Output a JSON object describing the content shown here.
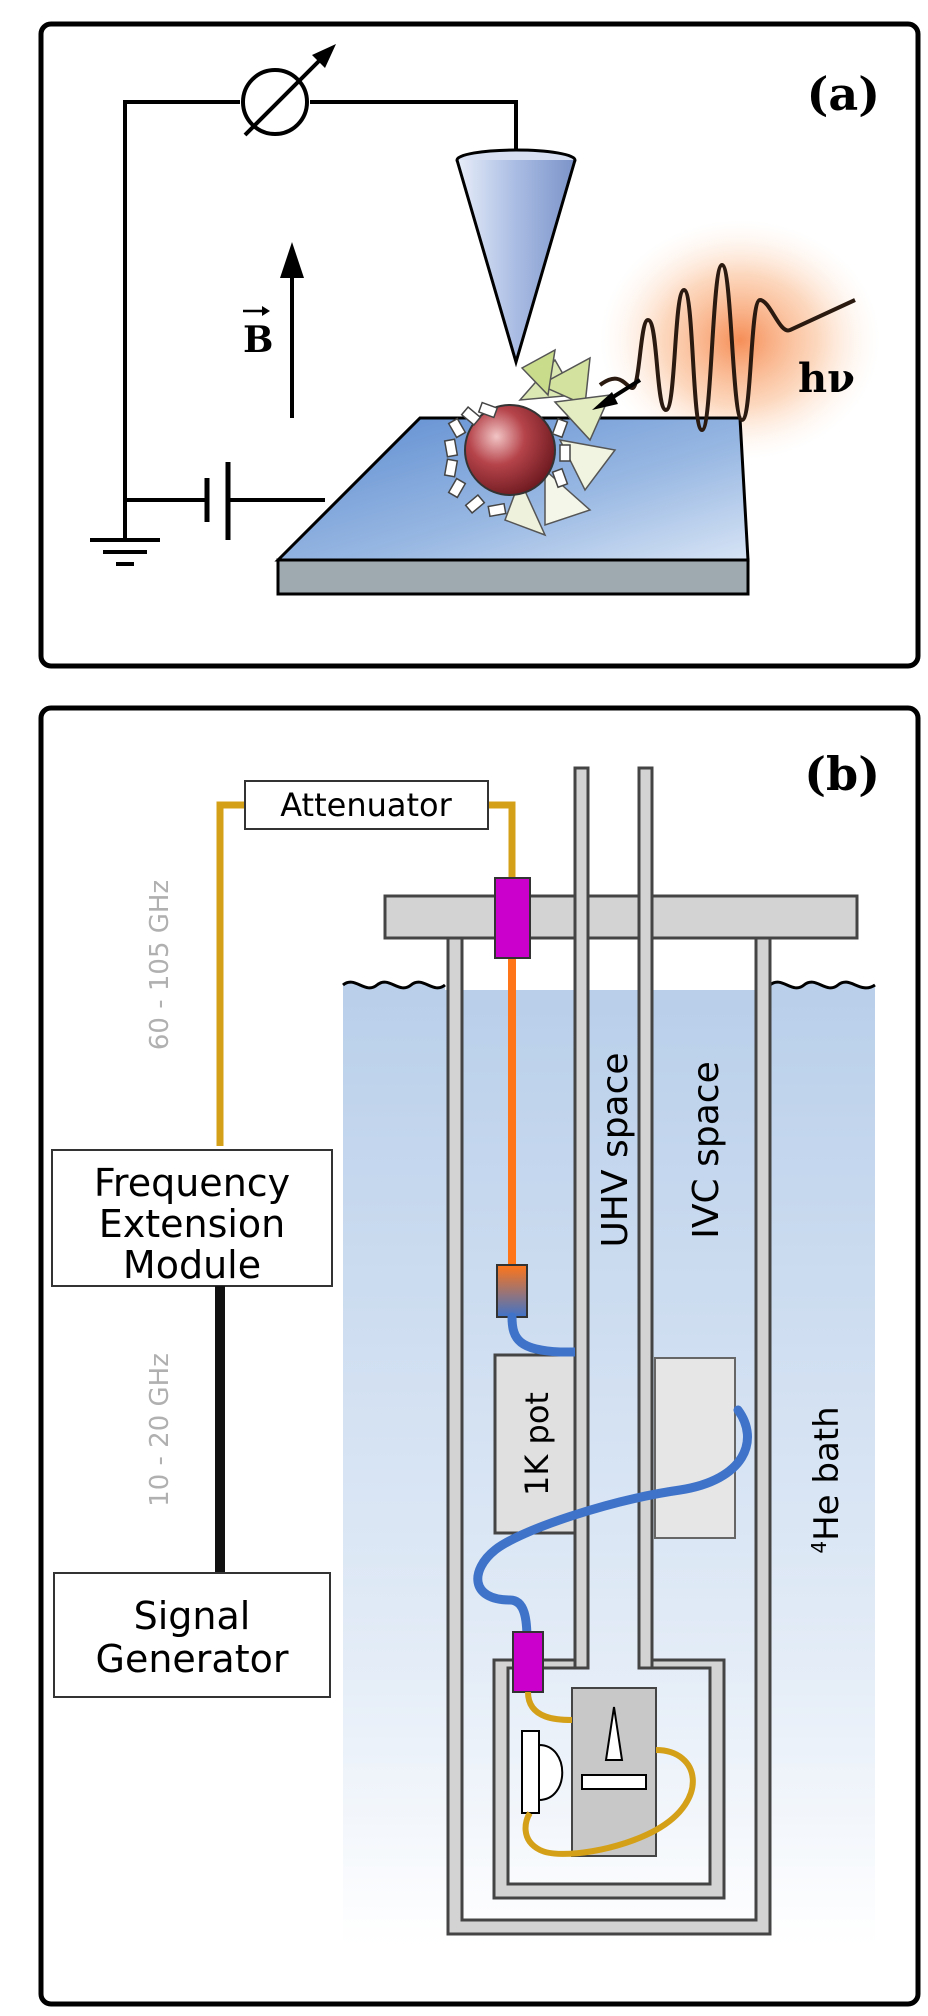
{
  "panel_a": {
    "label": "(a)",
    "field_label": "B",
    "photon_label": "hν"
  },
  "panel_b": {
    "label": "(b)",
    "boxes": {
      "attenuator": "Attenuator",
      "module_line1": "Frequency",
      "module_line2": "Extension",
      "module_line3": "Module",
      "generator_line1": "Signal",
      "generator_line2": "Generator",
      "pot": "1K pot"
    },
    "labels": {
      "freq_high": "60 - 105 GHz",
      "freq_low": "10 - 20 GHz",
      "uhv": "UHV space",
      "ivc": "IVC space",
      "bath_sup": "4",
      "bath": "He bath"
    }
  },
  "colors": {
    "waveguide_gold": "#D4A017",
    "coax_orange": "#FF7518",
    "cable_blue": "#3F73C9",
    "connector_magenta": "#CC00CC",
    "cryostat_gray": "#D3D3D3",
    "bath_blue": "#C8D9EE",
    "substrate_blue": "#7FA6D8",
    "tip_blue": "#A9BCE3"
  }
}
